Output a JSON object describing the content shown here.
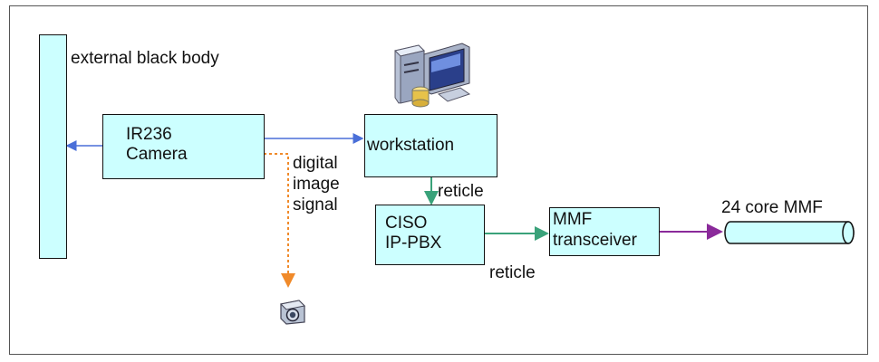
{
  "diagram": {
    "black_body_label": "external black body",
    "camera_label": [
      "IR236",
      "Camera"
    ],
    "workstation_label": "workstation",
    "pbx_label": [
      "CISO",
      "IP-PBX"
    ],
    "transceiver_label": [
      "MMF",
      "transceiver"
    ],
    "fiber_label": "24 core MMF",
    "signal_label": [
      "digital",
      "image",
      "signal"
    ],
    "reticle_label_1": "reticle",
    "reticle_label_2": "reticle"
  },
  "colors": {
    "box_fill": "#ccffff",
    "arrow_blue": "#4a6fd8",
    "arrow_green": "#3aa27a",
    "arrow_purple": "#8a2a9a",
    "arrow_orange": "#f08a2a"
  },
  "icons": [
    "computer-icon",
    "camera-icon"
  ]
}
